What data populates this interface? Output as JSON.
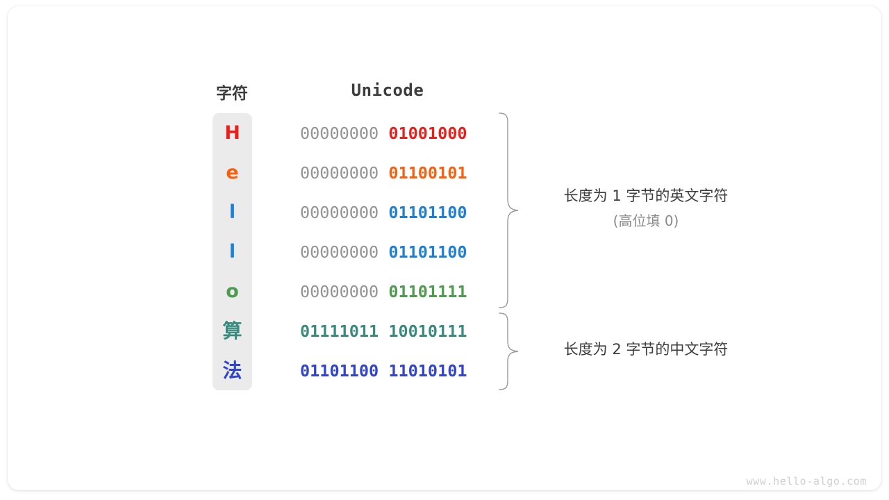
{
  "headers": {
    "character": "字符",
    "unicode": "Unicode"
  },
  "rows": [
    {
      "char": "H",
      "char_color": "#e8201c",
      "pad": "00000000",
      "code": "01001000",
      "code_color": "#e8201c",
      "kind": "latin"
    },
    {
      "char": "e",
      "char_color": "#f4620f",
      "pad": "00000000",
      "code": "01100101",
      "code_color": "#f4620f",
      "kind": "latin"
    },
    {
      "char": "l",
      "char_color": "#1f7fd4",
      "pad": "00000000",
      "code": "01101100",
      "code_color": "#1f7fd4",
      "kind": "latin"
    },
    {
      "char": "l",
      "char_color": "#1f7fd4",
      "pad": "00000000",
      "code": "01101100",
      "code_color": "#1f7fd4",
      "kind": "latin"
    },
    {
      "char": "o",
      "char_color": "#4e9a4e",
      "pad": "00000000",
      "code": "01101111",
      "code_color": "#4e9a4e",
      "kind": "latin"
    },
    {
      "char": "算",
      "char_color": "#3a8a80",
      "pad": "01111011",
      "code": "10010111",
      "code_color": "#3a8a80",
      "kind": "cjk"
    },
    {
      "char": "法",
      "char_color": "#3144cc",
      "pad": "01101100",
      "code": "11010101",
      "code_color": "#3144cc",
      "kind": "cjk"
    }
  ],
  "annotations": [
    {
      "main": "长度为 1 字节的英文字符",
      "sub": "(高位填 0)"
    },
    {
      "main": "长度为 2 字节的中文字符",
      "sub": ""
    }
  ],
  "colors": {
    "panel_bg": "#ebebeb",
    "pad_gray": "#939393",
    "header_text": "#3c3c3c",
    "brace_stroke": "#9a9a9a",
    "watermark": "#cfcfcf"
  },
  "watermark": "www.hello-algo.com"
}
